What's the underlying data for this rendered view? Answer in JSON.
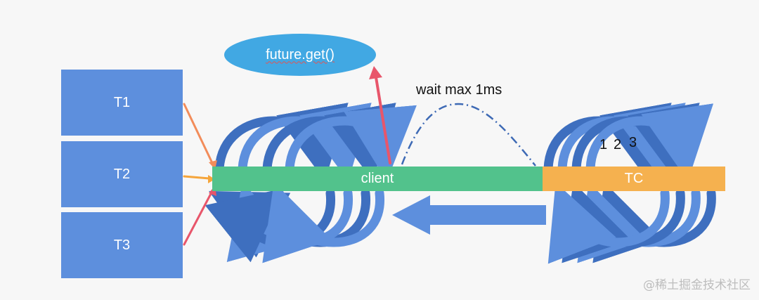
{
  "threads": [
    {
      "label": "T1"
    },
    {
      "label": "T2"
    },
    {
      "label": "T3"
    }
  ],
  "client": {
    "label": "client"
  },
  "tc": {
    "label": "TC"
  },
  "future_call": {
    "label": "future.get()"
  },
  "wait_label": "wait max 1ms",
  "batch_numbers": [
    "1",
    "2",
    "3"
  ],
  "watermark": "@稀土掘金技术社区",
  "colors": {
    "thread_box": "#5d8fdd",
    "client_bar": "#52c28c",
    "tc_bar": "#f5b14f",
    "ellipse": "#41a8e3",
    "loop_arrow": "#5d8fdd",
    "request_arrow": "#f28c5a",
    "future_arrow": "#e8566b",
    "wait_curve": "#3e6ab5"
  }
}
